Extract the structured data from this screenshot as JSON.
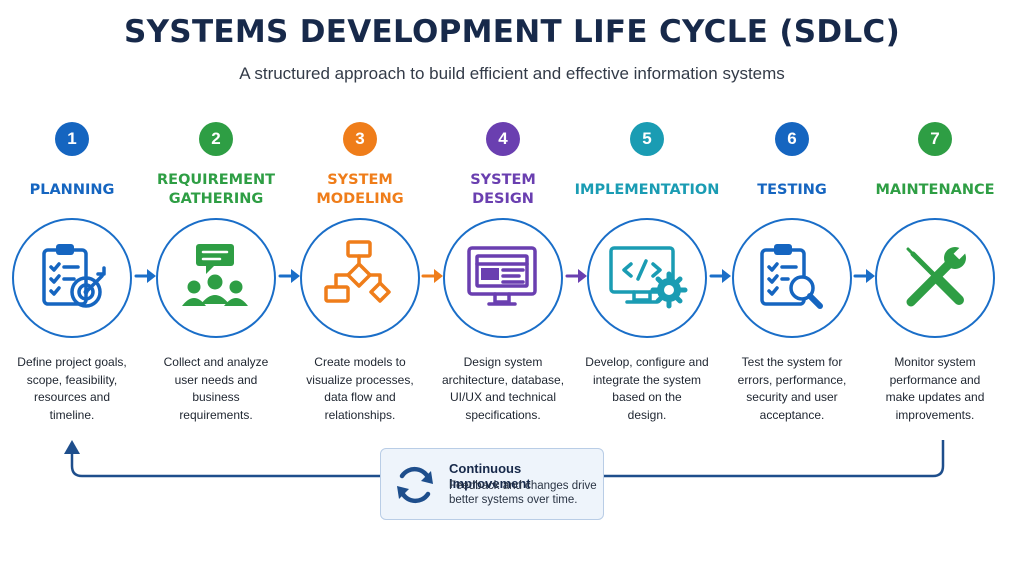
{
  "title": "SYSTEMS DEVELOPMENT LIFE CYCLE (SDLC)",
  "subtitle": "A structured approach to build efficient and effective information systems",
  "stages": [
    {
      "number": "1",
      "title_lines": [
        "PLANNING"
      ],
      "color": "#1565c0",
      "icon": "clipboard-target-icon",
      "desc_lines": [
        "Define project goals,",
        "scope, feasibility,",
        "resources and",
        "timeline."
      ]
    },
    {
      "number": "2",
      "title_lines": [
        "REQUIREMENT",
        "GATHERING"
      ],
      "color": "#2e9e44",
      "icon": "people-chat-icon",
      "desc_lines": [
        "Collect and analyze",
        "user needs and",
        "business",
        "requirements."
      ]
    },
    {
      "number": "3",
      "title_lines": [
        "SYSTEM",
        "MODELING"
      ],
      "color": "#ef7d1a",
      "icon": "flowchart-icon",
      "desc_lines": [
        "Create models to",
        "visualize processes,",
        "data flow and",
        "relationships."
      ]
    },
    {
      "number": "4",
      "title_lines": [
        "SYSTEM",
        "DESIGN"
      ],
      "color": "#6a3fb0",
      "icon": "monitor-layout-icon",
      "desc_lines": [
        "Design system",
        "architecture, database,",
        "UI/UX and technical",
        "specifications."
      ]
    },
    {
      "number": "5",
      "title_lines": [
        "IMPLEMENTATION"
      ],
      "color": "#1a9cb3",
      "icon": "monitor-code-gear-icon",
      "desc_lines": [
        "Develop, configure and",
        "integrate the system",
        "based on the",
        "design."
      ]
    },
    {
      "number": "6",
      "title_lines": [
        "TESTING"
      ],
      "color": "#1565c0",
      "icon": "clipboard-magnifier-icon",
      "desc_lines": [
        "Test the system for",
        "errors, performance,",
        "security and user",
        "acceptance."
      ]
    },
    {
      "number": "7",
      "title_lines": [
        "MAINTENANCE"
      ],
      "color": "#2e9e44",
      "icon": "wrench-screwdriver-icon",
      "desc_lines": [
        "Monitor system",
        "performance and",
        "make updates and",
        "improvements."
      ]
    }
  ],
  "ring_color": "#1a6ec8",
  "arrow_color": "#1a6ec8",
  "loop_color": "#1e4e8c",
  "improvement": {
    "title": "Continuous Improvement",
    "text": "Feedback and changes drive better systems over time.",
    "icon": "refresh-cycle-icon"
  }
}
